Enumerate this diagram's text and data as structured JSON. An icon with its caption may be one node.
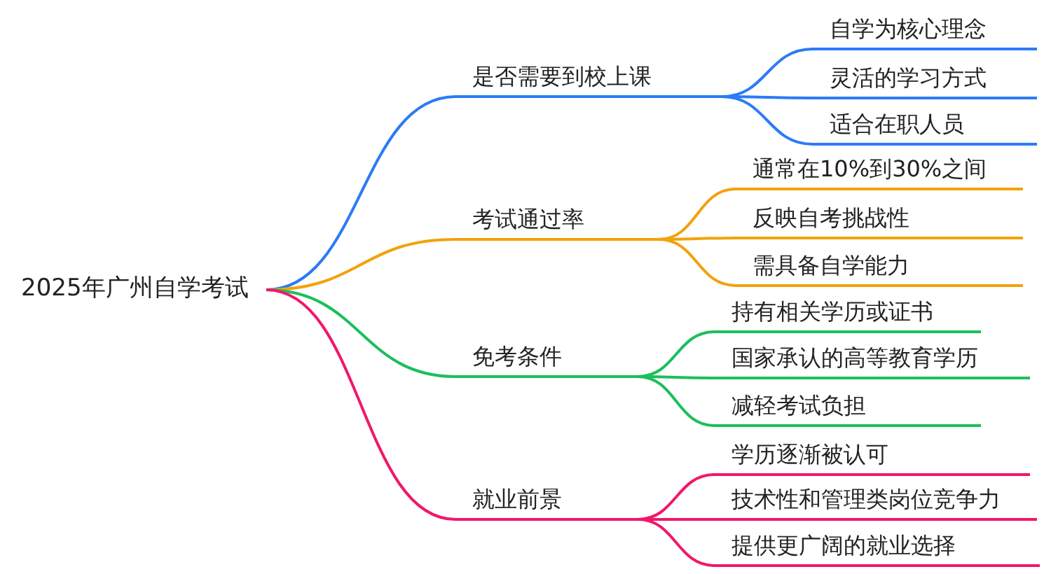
{
  "diagram": {
    "nodes": [
      {
        "text": [
          "2025年广州自学考试"
        ]
      },
      {
        "text": [
          "是否需要到校上课"
        ]
      },
      {
        "text": [
          "自学为核心理念"
        ]
      },
      {
        "text": [
          "灵活的学习方式"
        ]
      },
      {
        "text": [
          "适合在职人员"
        ]
      },
      {
        "text": [
          "考试通过率"
        ]
      },
      {
        "text": [
          "通常在10%到30%之间"
        ]
      },
      {
        "text": [
          "反映自考挑战性"
        ]
      },
      {
        "text": [
          "需具备自学能力"
        ]
      },
      {
        "text": [
          "免考条件"
        ]
      },
      {
        "text": [
          "持有相关学历或证书"
        ]
      },
      {
        "text": [
          "国家承认的高等教育学历"
        ]
      },
      {
        "text": [
          "减轻考试负担"
        ]
      },
      {
        "text": [
          "就业前景"
        ]
      },
      {
        "text": [
          "学历逐渐被认可"
        ]
      },
      {
        "text": [
          "技术性和管理类岗位竞争力"
        ]
      },
      {
        "text": [
          "提供更广阔的就业选择"
        ]
      }
    ],
    "edges": [
      {
        "from": 0,
        "to": 1,
        "arrow": "none",
        "color": "#2b7bf5"
      },
      {
        "from": 1,
        "to": 2,
        "arrow": "none",
        "color": "#2b7bf5"
      },
      {
        "from": 1,
        "to": 3,
        "arrow": "none",
        "color": "#2b7bf5"
      },
      {
        "from": 1,
        "to": 4,
        "arrow": "none",
        "color": "#2b7bf5"
      },
      {
        "from": 0,
        "to": 5,
        "arrow": "none",
        "color": "#f2a20c"
      },
      {
        "from": 5,
        "to": 6,
        "arrow": "none",
        "color": "#f2a20c"
      },
      {
        "from": 5,
        "to": 7,
        "arrow": "none",
        "color": "#f2a20c"
      },
      {
        "from": 5,
        "to": 8,
        "arrow": "none",
        "color": "#f2a20c"
      },
      {
        "from": 0,
        "to": 9,
        "arrow": "none",
        "color": "#1bbf5c"
      },
      {
        "from": 9,
        "to": 10,
        "arrow": "none",
        "color": "#1bbf5c"
      },
      {
        "from": 9,
        "to": 11,
        "arrow": "none",
        "color": "#1bbf5c"
      },
      {
        "from": 9,
        "to": 12,
        "arrow": "none",
        "color": "#1bbf5c"
      },
      {
        "from": 0,
        "to": 13,
        "arrow": "none",
        "color": "#f0186b"
      },
      {
        "from": 13,
        "to": 14,
        "arrow": "none",
        "color": "#f0186b"
      },
      {
        "from": 13,
        "to": 15,
        "arrow": "none",
        "color": "#f0186b"
      },
      {
        "from": 13,
        "to": 16,
        "arrow": "none",
        "color": "#f0186b"
      }
    ]
  }
}
